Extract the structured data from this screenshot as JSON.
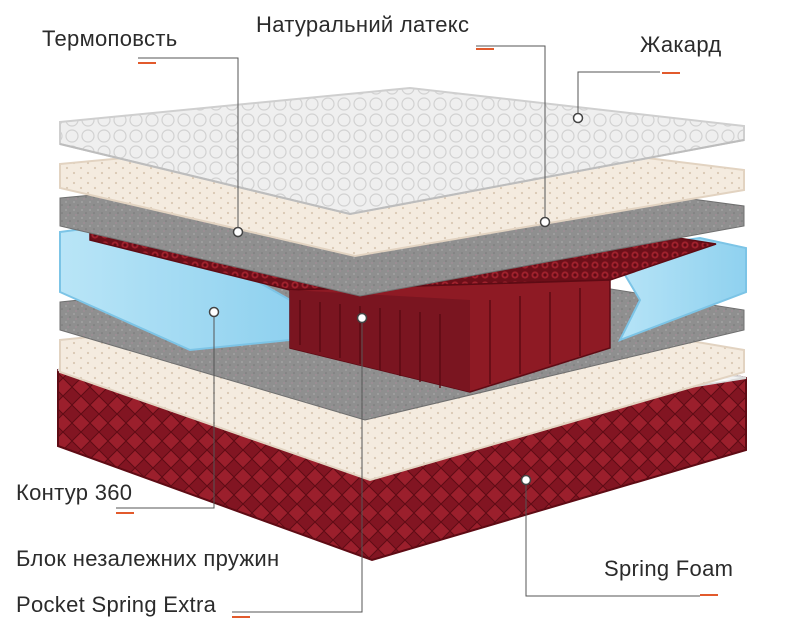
{
  "labels": {
    "thermofelt": "Термоповсть",
    "natural_latex": "Натуральний латекс",
    "jacquard": "Жакард",
    "contour": "Контур 360",
    "spring_block_line1": "Блок незалежних пружин",
    "spring_block_line2": "Pocket Spring Extra",
    "spring_foam": "Spring Foam"
  },
  "colors": {
    "accent_tick": "#e25a2c",
    "jacquard": "#f1f1f1",
    "latex": "#f3e9dc",
    "felt": "#8c8c8c",
    "foam": "#a9dcf3",
    "springs": "#8e1a24",
    "cover": "#7d1420"
  }
}
